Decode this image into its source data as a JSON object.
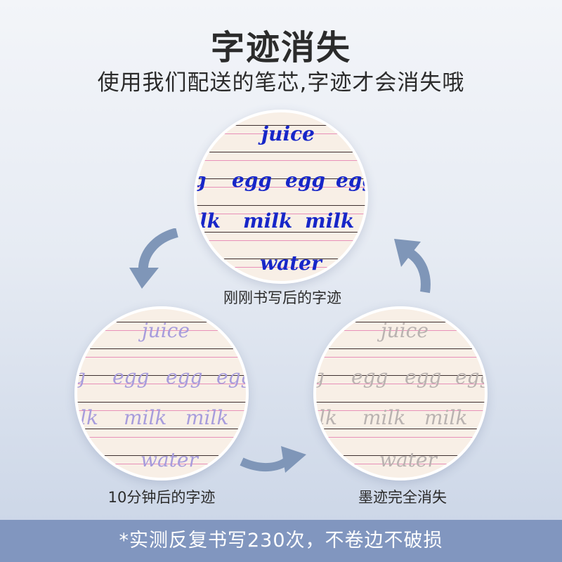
{
  "header": {
    "title": "字迹消失",
    "subtitle": "使用我们配送的笔芯,字迹才会消失哦"
  },
  "circles": {
    "top": {
      "caption": "刚刚书写后的字迹",
      "words": {
        "juice": "juice",
        "egg1": "g",
        "egg2": "egg",
        "egg3": "egg",
        "egg4": "egg",
        "milk1": "lk",
        "milk2": "milk",
        "milk3": "milk",
        "water": "water"
      }
    },
    "left": {
      "caption": "10分钟后的字迹",
      "words": {
        "juice": "juice",
        "egg1": "g",
        "egg2": "egg",
        "egg3": "egg",
        "egg4": "egg",
        "milk1": "lk",
        "milk2": "milk",
        "milk3": "milk",
        "water": "water"
      }
    },
    "right": {
      "caption": "墨迹完全消失",
      "words": {
        "juice": "juice",
        "egg1": "g",
        "egg2": "egg",
        "egg3": "egg",
        "egg4": "egg",
        "milk1": "lk",
        "milk2": "milk",
        "milk3": "milk",
        "water": "water"
      }
    }
  },
  "footer": {
    "note": "*实测反复书写230次，不卷边不破损"
  },
  "colors": {
    "fresh_ink": "#1726c8",
    "fading_ink": "#a79cdc",
    "vanished_ink": "#b9b2b0",
    "arrow": "#7f96b8",
    "footer_bg": "#8196bf"
  },
  "icons": [
    "curved-arrow-icon"
  ]
}
